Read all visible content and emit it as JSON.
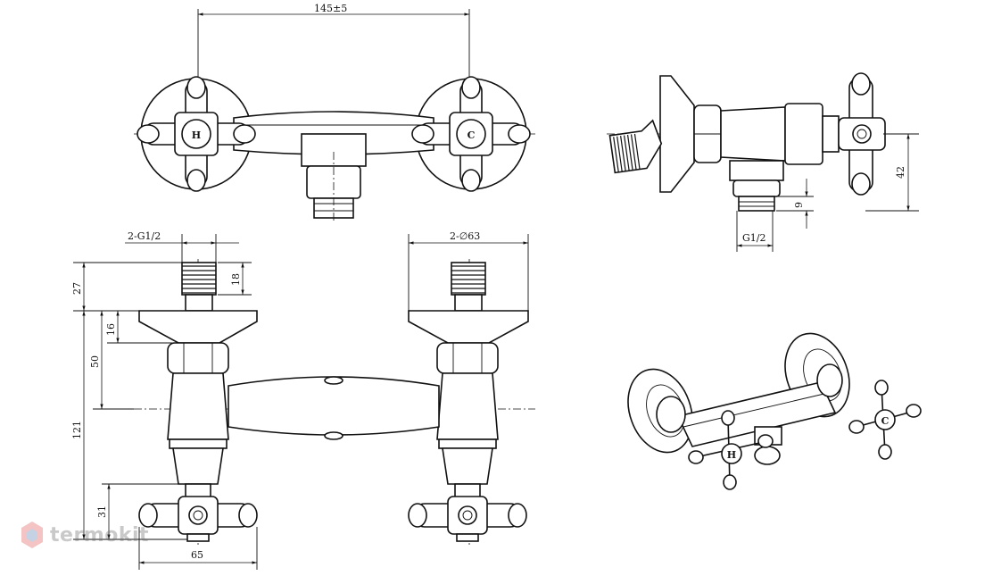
{
  "dimensions": {
    "top_width": "145±5",
    "outlet_thread": "2-G1/2",
    "flange_diameter": "2-∅63",
    "thread_len": "18",
    "top_height": "27",
    "flange_thk": "16",
    "body_height": "50",
    "total_height": "121",
    "handle_height": "31",
    "handle_width": "65",
    "side_outlet": "G1/2",
    "side_offset": "9",
    "side_height": "42"
  },
  "handle_marks": {
    "hot": "H",
    "cold": "C"
  },
  "watermark": {
    "text": "termokit"
  }
}
